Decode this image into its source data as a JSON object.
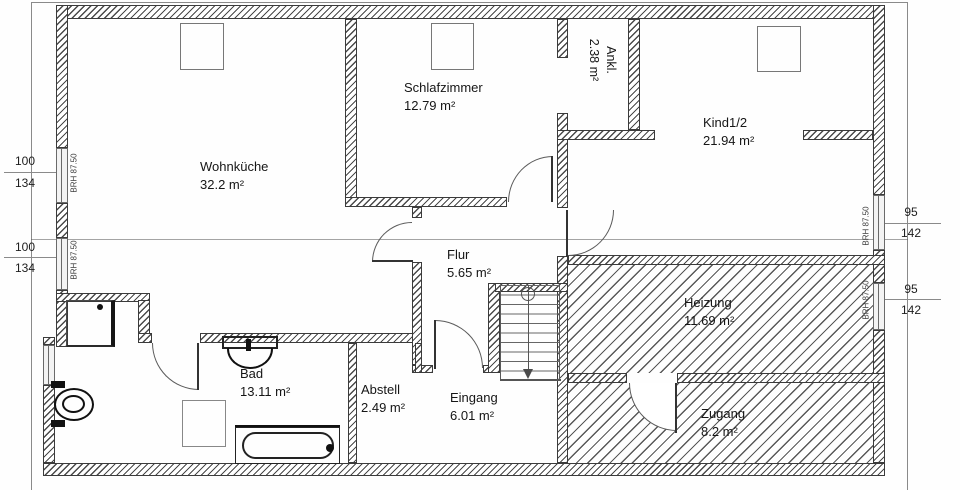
{
  "rooms": [
    {
      "name": "Wohnküche",
      "area": "32.2 m²"
    },
    {
      "name": "Schlafzimmer",
      "area": "12.79 m²"
    },
    {
      "name": "Ankl.",
      "area": "2.38 m²"
    },
    {
      "name": "Kind1/2",
      "area": "21.94 m²"
    },
    {
      "name": "Flur",
      "area": "5.65 m²"
    },
    {
      "name": "Heizung",
      "area": "11.69 m²"
    },
    {
      "name": "Bad",
      "area": "13.11 m²"
    },
    {
      "name": "Abstell",
      "area": "2.49 m²"
    },
    {
      "name": "Eingang",
      "area": "6.01 m²"
    },
    {
      "name": "Zugang",
      "area": "8.2 m²"
    }
  ],
  "dimensions": {
    "left": [
      {
        "width": "100",
        "height": "134"
      },
      {
        "width": "100",
        "height": "134"
      }
    ],
    "right": [
      {
        "width": "95",
        "height": "142"
      },
      {
        "width": "95",
        "height": "142"
      }
    ],
    "sill_height_label": "BRH 87.50"
  },
  "colors": {
    "line": "#3b3b3b",
    "hatch": "#4a4a4a",
    "paper": "#ffffff"
  }
}
